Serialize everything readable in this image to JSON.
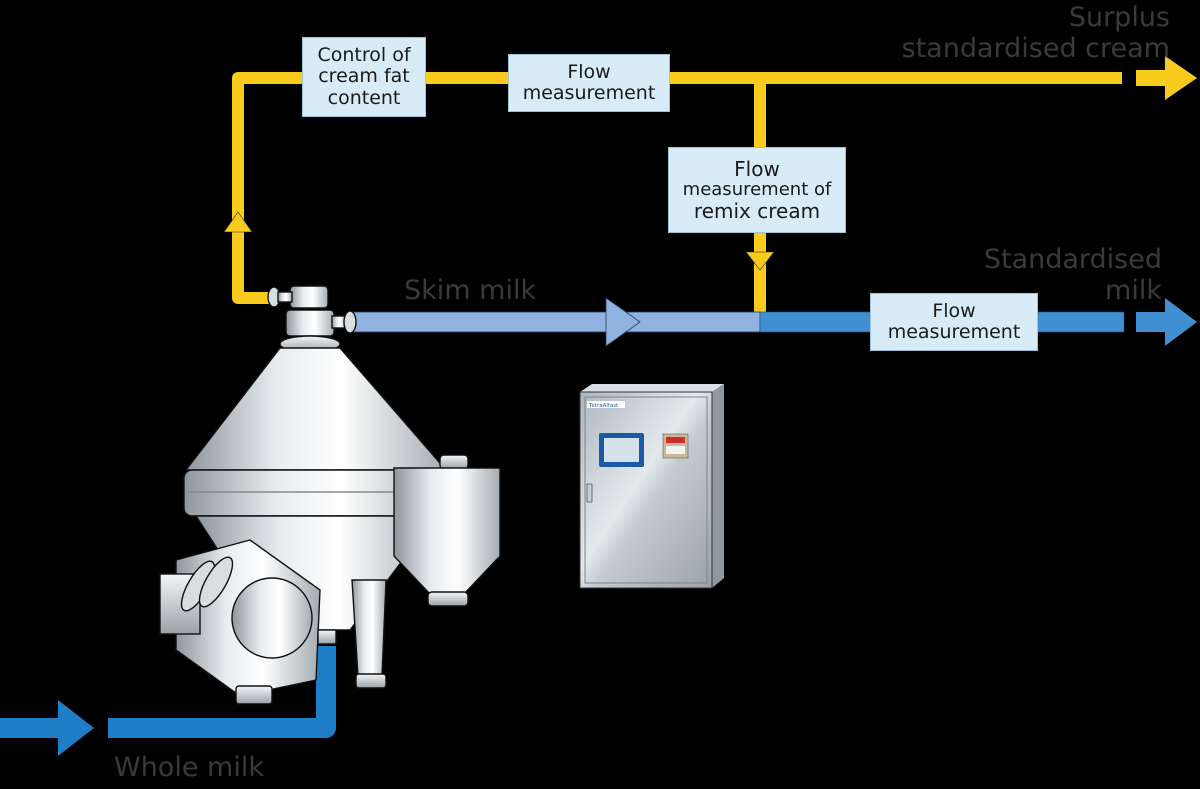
{
  "diagram": {
    "title": "Direct in-line standardisation of milk",
    "colors": {
      "background": "#000000",
      "cream": "#f9cb1c",
      "skim_milk": "#8fb2e0",
      "milk": "#1f7ec8",
      "standardised_milk": "#3f8fd2",
      "box_fill": "#d8ecf8",
      "label_text": "#3a3a3a"
    },
    "streams": {
      "whole_milk": "Whole milk",
      "skim_milk": "Skim milk",
      "surplus_cream_line1": "Surplus",
      "surplus_cream_line2": "standardised cream",
      "standardised_milk_line1": "Standardised",
      "standardised_milk_line2": "milk"
    },
    "boxes": {
      "cream_fat_control": [
        "Control of",
        "cream fat",
        "content"
      ],
      "cream_flow": [
        "Flow",
        "measurement"
      ],
      "remix_flow": [
        "Flow",
        "measurement of",
        "remix cream"
      ],
      "milk_flow": [
        "Flow",
        "measurement"
      ]
    },
    "equipment": {
      "separator": "separator-icon",
      "control_panel": "control-panel-icon",
      "control_panel_brand": "TetraAlfast"
    }
  }
}
